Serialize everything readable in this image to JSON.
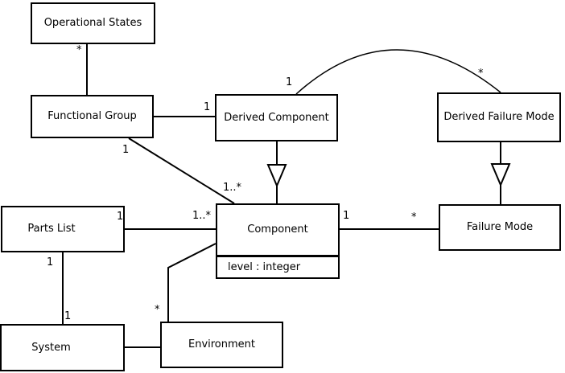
{
  "diagram": {
    "type": "uml-class-diagram",
    "colors": {
      "line": "#000000",
      "box_fill": "#ffffff",
      "background": "#ffffff"
    },
    "classes": {
      "operational_states": {
        "name": "Operational States"
      },
      "functional_group": {
        "name": "Functional Group"
      },
      "derived_component": {
        "name": "Derived Component"
      },
      "derived_failure_mode": {
        "name": "Derived Failure Mode"
      },
      "parts_list": {
        "name": "Parts List"
      },
      "component": {
        "name": "Component",
        "attribute": "level : integer"
      },
      "failure_mode": {
        "name": "Failure Mode"
      },
      "system": {
        "name": "System"
      },
      "environment": {
        "name": "Environment"
      }
    },
    "multiplicities": {
      "os_fg_star": "*",
      "fg_dc_one": "1",
      "fg_comp_one": "1",
      "fg_comp_many": "1..*",
      "dc_dfm_one": "1",
      "dc_dfm_star": "*",
      "pl_comp_one": "1",
      "pl_comp_many": "1..*",
      "pl_sys_top": "1",
      "pl_sys_bottom": "1",
      "comp_fm_one": "1",
      "comp_fm_star": "*",
      "comp_env_star": "*"
    },
    "relationships": [
      {
        "from": "Operational States",
        "to": "Functional Group",
        "type": "association",
        "from_label": "*",
        "to_label": ""
      },
      {
        "from": "Functional Group",
        "to": "Derived Component",
        "type": "association",
        "from_label": "",
        "to_label": "1"
      },
      {
        "from": "Functional Group",
        "to": "Component",
        "type": "association",
        "from_label": "1",
        "to_label": "1..*"
      },
      {
        "from": "Derived Component",
        "to": "Component",
        "type": "generalization",
        "from_label": "",
        "to_label": ""
      },
      {
        "from": "Derived Component",
        "to": "Derived Failure Mode",
        "type": "association",
        "from_label": "1",
        "to_label": "*"
      },
      {
        "from": "Derived Failure Mode",
        "to": "Failure Mode",
        "type": "generalization",
        "from_label": "",
        "to_label": ""
      },
      {
        "from": "Parts List",
        "to": "Component",
        "type": "association",
        "from_label": "1",
        "to_label": "1..*"
      },
      {
        "from": "Parts List",
        "to": "System",
        "type": "association",
        "from_label": "1",
        "to_label": "1"
      },
      {
        "from": "Component",
        "to": "Failure Mode",
        "type": "association",
        "from_label": "1",
        "to_label": "*"
      },
      {
        "from": "Component",
        "to": "Environment",
        "type": "association",
        "from_label": "",
        "to_label": "*"
      },
      {
        "from": "System",
        "to": "Environment",
        "type": "association",
        "from_label": "",
        "to_label": ""
      }
    ]
  }
}
